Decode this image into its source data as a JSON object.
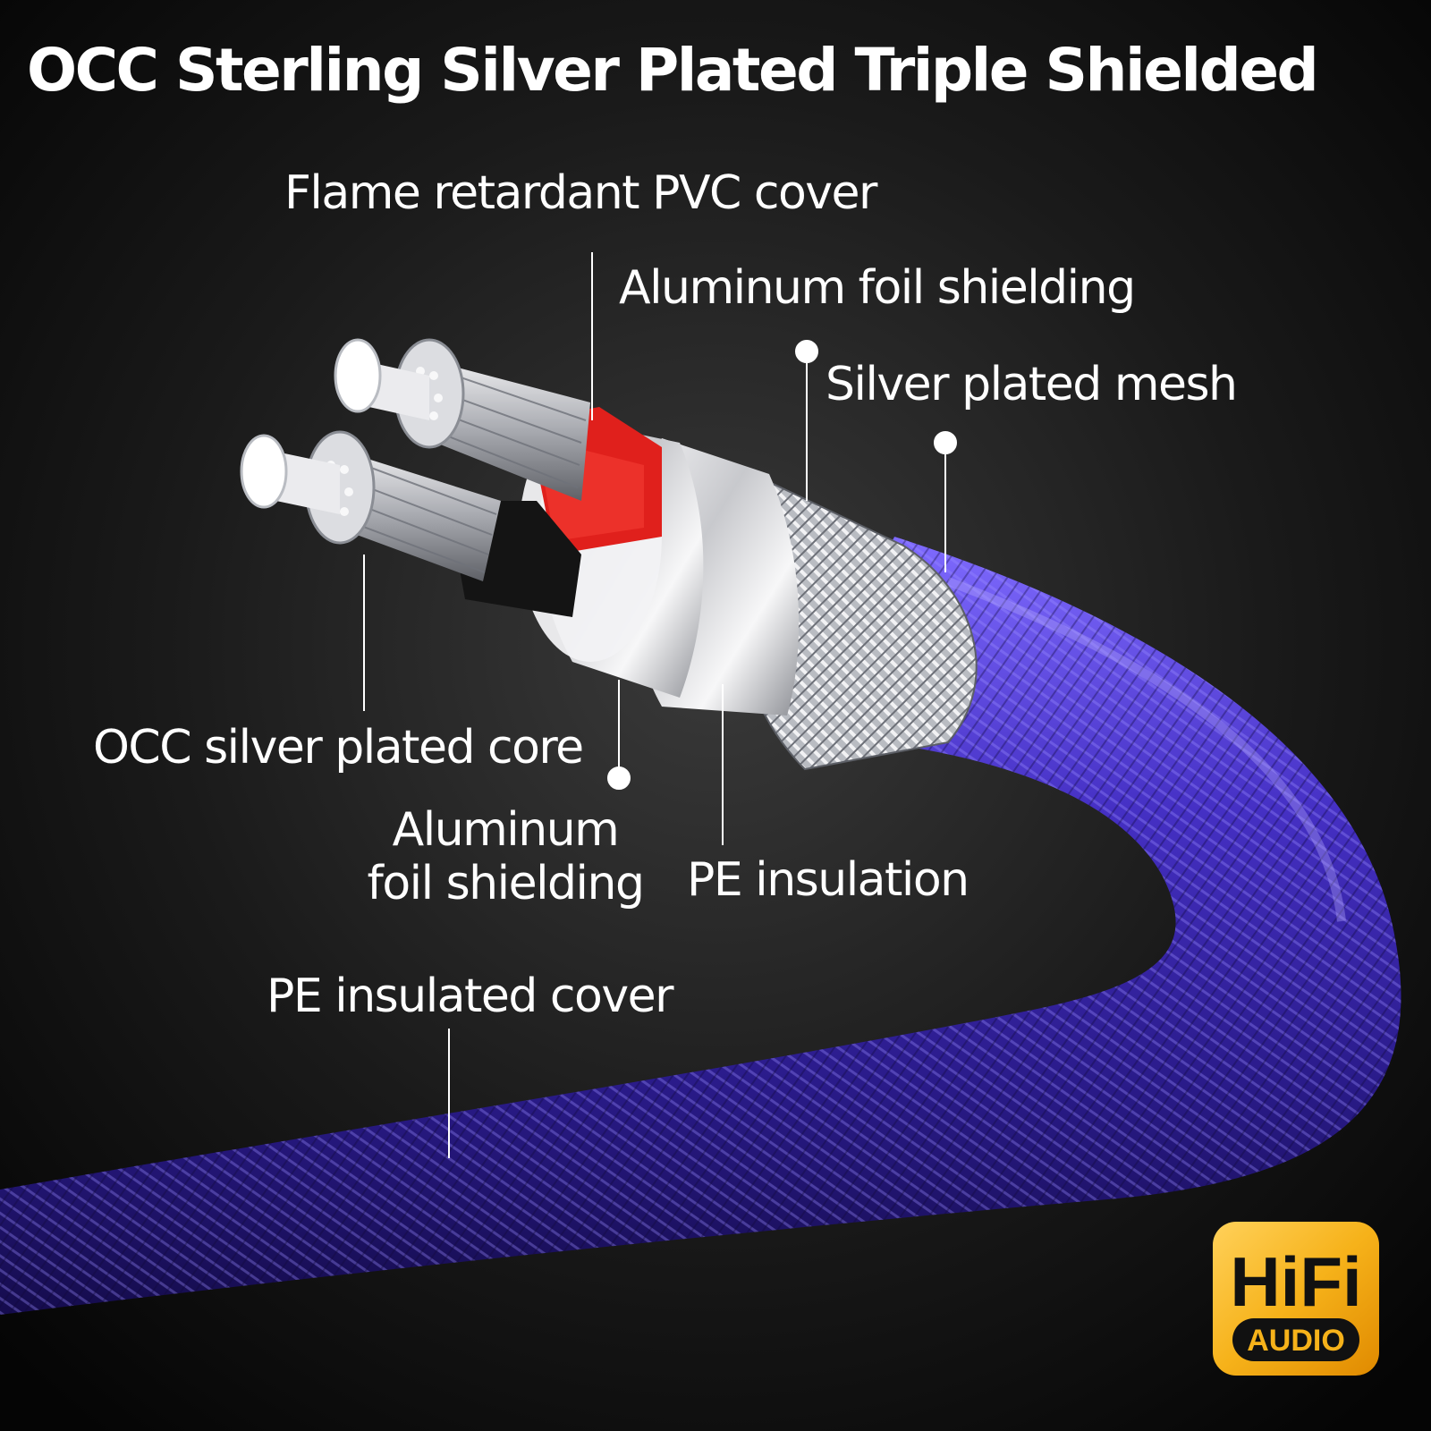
{
  "title": "OCC Sterling Silver Plated Triple Shielded",
  "labels": {
    "flame_retardant_cover": "Flame retardant PVC cover",
    "aluminum_foil_top": "Aluminum foil shielding",
    "silver_plated_mesh": "Silver plated mesh",
    "occ_core": "OCC silver plated core",
    "aluminum_foil_bottom": "Aluminum foil shielding",
    "pe_insulation": "PE insulation",
    "pe_insulated_cover": "PE insulated cover"
  },
  "badge": {
    "line1": "HiFi",
    "line2": "AUDIO"
  },
  "colors": {
    "background": "#000000",
    "cable_jacket": "#3d2aa8",
    "red_insulation": "#e0201c",
    "black_insulation": "#141414",
    "silver": "#d9d9dc",
    "badge_gold": "#f6b21a",
    "text": "#ffffff"
  }
}
